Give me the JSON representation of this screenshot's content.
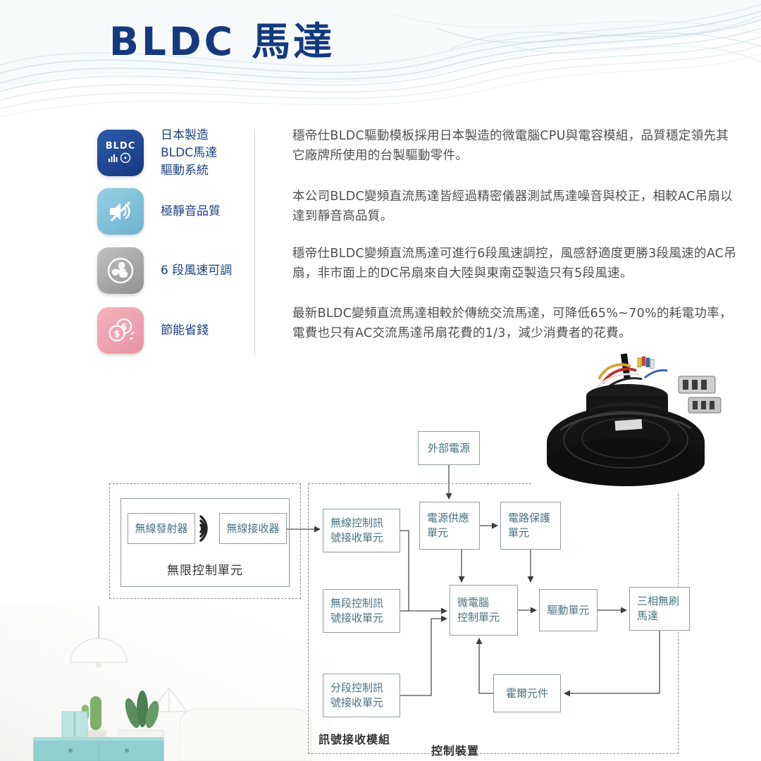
{
  "title": "BLDC 馬達",
  "features": [
    {
      "icon": "bldc-badge-icon",
      "icon_text": "BLDC",
      "lines": [
        "日本製造",
        "BLDC馬達",
        "驅動系統"
      ]
    },
    {
      "icon": "mute-speaker-icon",
      "lines": [
        "極靜音品質"
      ]
    },
    {
      "icon": "fan-speed-icon",
      "icon_text": "6",
      "lines": [
        "6 段風速可調"
      ]
    },
    {
      "icon": "money-coins-icon",
      "icon_text": "$",
      "lines": [
        "節能省錢"
      ]
    }
  ],
  "paragraphs": [
    "穩帝仕BLDC驅動模板採用日本製造的微電腦CPU與電容模組，品質穩定領先其它廠牌所使用的台製驅動零件。",
    "本公司BLDC變頻直流馬達皆經過精密儀器測試馬達噪音與校正，相較AC吊扇以達到靜音高品質。",
    "穩帝仕BLDC變頻直流馬達可進行6段風速調控，風感舒適度更勝3段風速的AC吊扇，非市面上的DC吊扇來自大陸與東南亞製造只有5段風速。",
    "最新BLDC變頻直流馬達相較於傳統交流馬達，可降低65%~70%的耗電功率，電費也只有AC交流馬達吊扇花費的1/3，減少消費者的花費。"
  ],
  "diagram": {
    "external_power": [
      "外部電源"
    ],
    "wireless_transmitter": [
      "無線發射器"
    ],
    "wireless_receiver": [
      "無線接收器"
    ],
    "wireless_group_label": "無限控制單元",
    "rx_wireless": [
      "無線控制訊",
      "號接收單元"
    ],
    "rx_stepless": [
      "無段控制訊",
      "號接收單元"
    ],
    "rx_staged": [
      "分段控制訊",
      "號接收單元"
    ],
    "power_supply": [
      "電源供應",
      "單元"
    ],
    "circuit_protection": [
      "電路保護",
      "單元"
    ],
    "mcu": [
      "微電腦",
      "控制單元"
    ],
    "drive_unit": [
      "驅動單元"
    ],
    "motor": [
      "三相無刷",
      "馬達"
    ],
    "hall_sensor": [
      "霍爾元件"
    ],
    "signal_module_label": "訊號接收模組",
    "control_device_label": "控制裝置"
  },
  "colors": {
    "brand_blue": "#16397d",
    "feature_label_blue": "#1d4180",
    "icon_bldc_blue": "#1e4690",
    "icon_light_blue": "#7fc0da",
    "icon_gray": "#a6a6a6",
    "icon_pink": "#efa5b1",
    "diagram_text_teal": "#47737f",
    "paragraph_gray": "#4f4f4f"
  }
}
